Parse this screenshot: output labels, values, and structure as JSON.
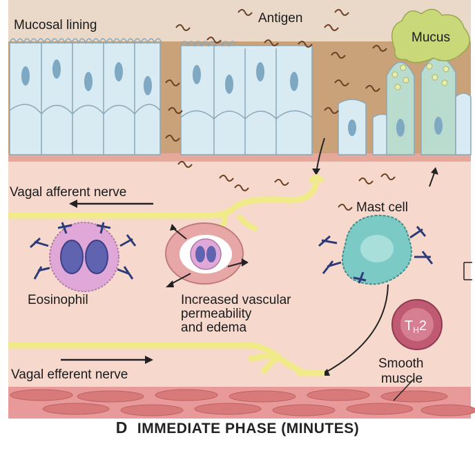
{
  "labels": {
    "mucosal_lining": "Mucosal lining",
    "antigen": "Antigen",
    "mucus": "Mucus",
    "vagal_afferent": "Vagal afferent nerve",
    "mast_cell": "Mast cell",
    "eosinophil": "Eosinophil",
    "vascular_line1": "Increased vascular",
    "vascular_line2": "permeability",
    "vascular_line3": "and edema",
    "th2_main": "T",
    "th2_sub": "H",
    "th2_num": "2",
    "vagal_efferent": "Vagal efferent nerve",
    "smooth_line1": "Smooth",
    "smooth_line2": "muscle"
  },
  "caption": {
    "letter": "D",
    "title": "IMMEDIATE PHASE (MINUTES)"
  },
  "colors": {
    "tissue": "#f6d9cc",
    "lumen": "#c9a27a",
    "epithelium": "#d8eaf2",
    "nucleus": "#7fa8c2",
    "mucus": "#c9d878",
    "nerve": "#f1ea8a",
    "muscle": "#e89a9a",
    "eosinophil": "#e0a8d8",
    "mast_cell": "#7ccac6",
    "th2": "#c05a72",
    "antigen": "#7a4a2a"
  }
}
